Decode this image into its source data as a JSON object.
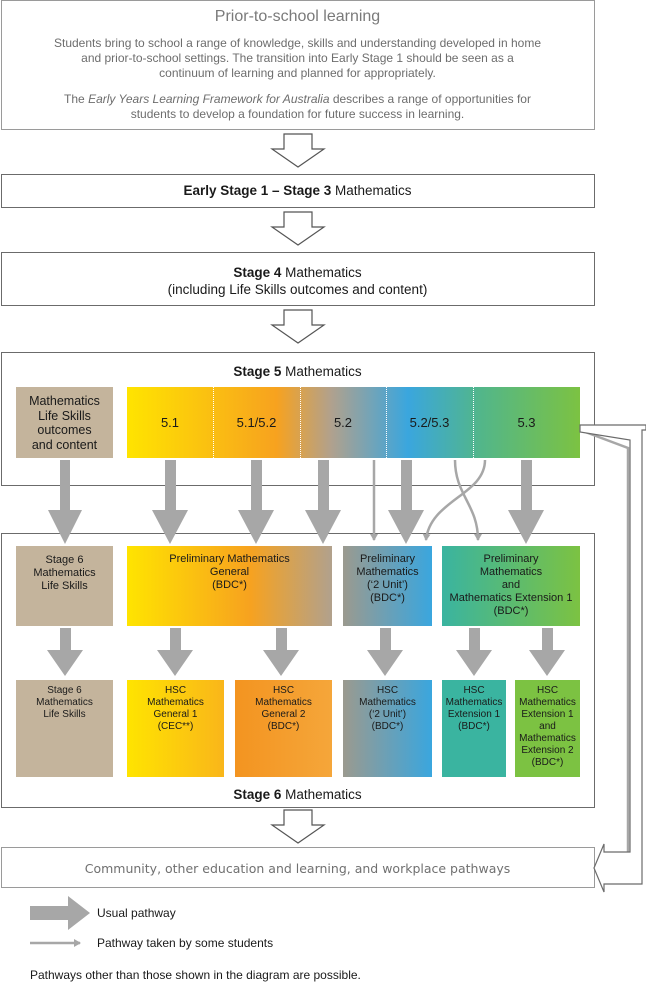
{
  "prior": {
    "title": "Prior-to-school learning",
    "p1_lines": [
      "Students bring to school a range of knowledge, skills and understanding developed in home",
      "and prior-to-school settings. The transition into Early Stage 1 should be seen as a",
      "continuum of learning and planned for appropriately."
    ],
    "p2_prefix": "The ",
    "p2_italic": "Early Years Learning Framework for Australia",
    "p2_suffix": " describes a range of opportunities for",
    "p2_line2": "students to develop a foundation for future success in learning."
  },
  "early_stage": {
    "bold": "Early Stage 1 – Stage 3",
    "rest": " Mathematics"
  },
  "stage4": {
    "bold": "Stage 4",
    "rest": " Mathematics",
    "line2": "(including Life Skills outcomes and content)"
  },
  "stage5": {
    "bold": "Stage 5",
    "rest": " Mathematics",
    "life_skills_lines": [
      "Mathematics",
      "Life Skills",
      "outcomes",
      "and content"
    ],
    "levels": [
      "5.1",
      "5.1/5.2",
      "5.2",
      "5.2/5.3",
      "5.3"
    ]
  },
  "stage6": {
    "bold": "Stage 6",
    "rest": " Mathematics",
    "prelim": {
      "life_skills": [
        "Stage 6",
        "Mathematics",
        "Life Skills"
      ],
      "general": [
        "Preliminary Mathematics",
        "General",
        "(BDC*)"
      ],
      "two_unit": [
        "Preliminary",
        "Mathematics",
        "(‘2 Unit’)",
        "(BDC*)"
      ],
      "ext1": [
        "Preliminary",
        "Mathematics",
        "and",
        "Mathematics Extension 1",
        "(BDC*)"
      ]
    },
    "hsc": {
      "life_skills": [
        "Stage 6",
        "Mathematics",
        "Life Skills"
      ],
      "general1": [
        "HSC",
        "Mathematics",
        "General 1",
        "(CEC**)"
      ],
      "general2": [
        "HSC",
        "Mathematics",
        "General 2",
        "(BDC*)"
      ],
      "two_unit": [
        "HSC",
        "Mathematics",
        "(‘2 Unit’)",
        "(BDC*)"
      ],
      "ext1": [
        "HSC",
        "Mathematics",
        "Extension 1",
        "(BDC*)"
      ],
      "ext2": [
        "HSC",
        "Mathematics",
        "Extension 1",
        "and",
        "Mathematics",
        "Extension 2",
        "(BDC*)"
      ]
    }
  },
  "community": "Community, other education and learning, and workplace pathways",
  "legend": {
    "usual": "Usual pathway",
    "some": "Pathway taken by some students",
    "note": "Pathways other than those shown in the diagram are possible."
  },
  "colors": {
    "frame": "#6b6b6b",
    "life_skills": "#c4b49c",
    "arrow_grey": "#a7a7a7",
    "yellow": "#ffe400",
    "orange": "#f39420",
    "blue": "#3aa6de",
    "green": "#7cc242",
    "teal": "#3ab4a0"
  }
}
